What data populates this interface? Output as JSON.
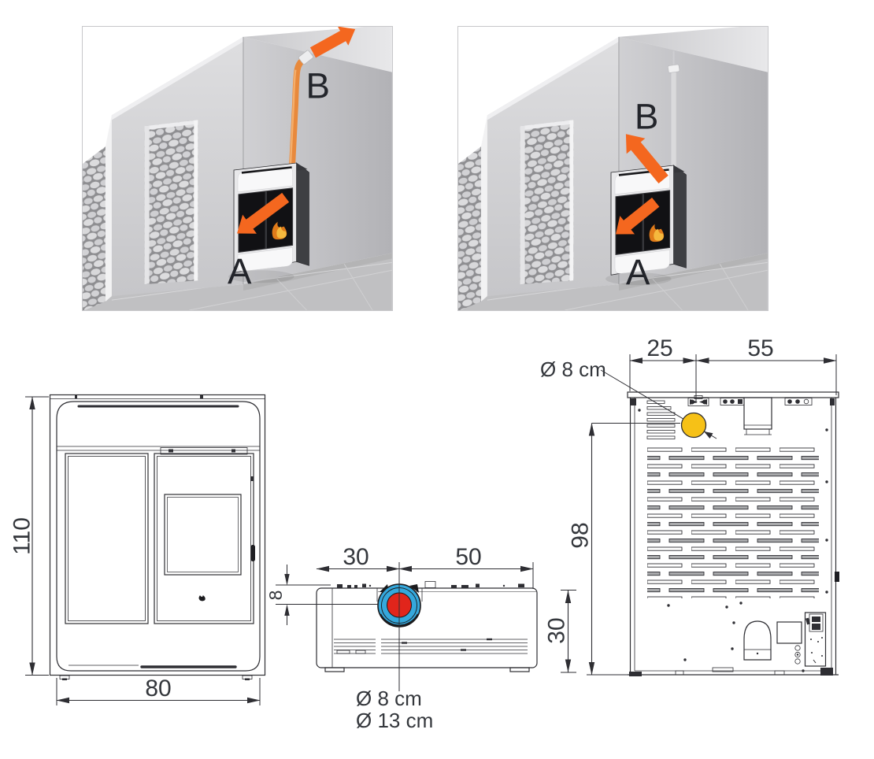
{
  "colors": {
    "arrow_orange": "#F4671F",
    "pipe_orange": "#E8893C",
    "pipe_highlight": "#F4AE6B",
    "flue_top_outer": "#35A8DC",
    "flue_top_inner": "#E1251B",
    "flue_rear_yellow": "#F6C117",
    "line": "#2E2E33",
    "dim_text": "#34373C"
  },
  "installation_views": {
    "left": {
      "label_a": "A",
      "label_b": "B"
    },
    "right": {
      "label_a": "A",
      "label_b": "B"
    }
  },
  "front_view": {
    "height_dim": "110",
    "width_dim": "80"
  },
  "top_view": {
    "dim_left": "30",
    "dim_right": "50",
    "dim_depth": "8",
    "flue_label_1": "Ø 8 cm",
    "flue_label_2": "Ø 13 cm"
  },
  "rear_view": {
    "dim_left": "25",
    "dim_right": "55",
    "flue_label": "Ø 8 cm",
    "dim_height": "98",
    "dim_bottom": "30"
  }
}
